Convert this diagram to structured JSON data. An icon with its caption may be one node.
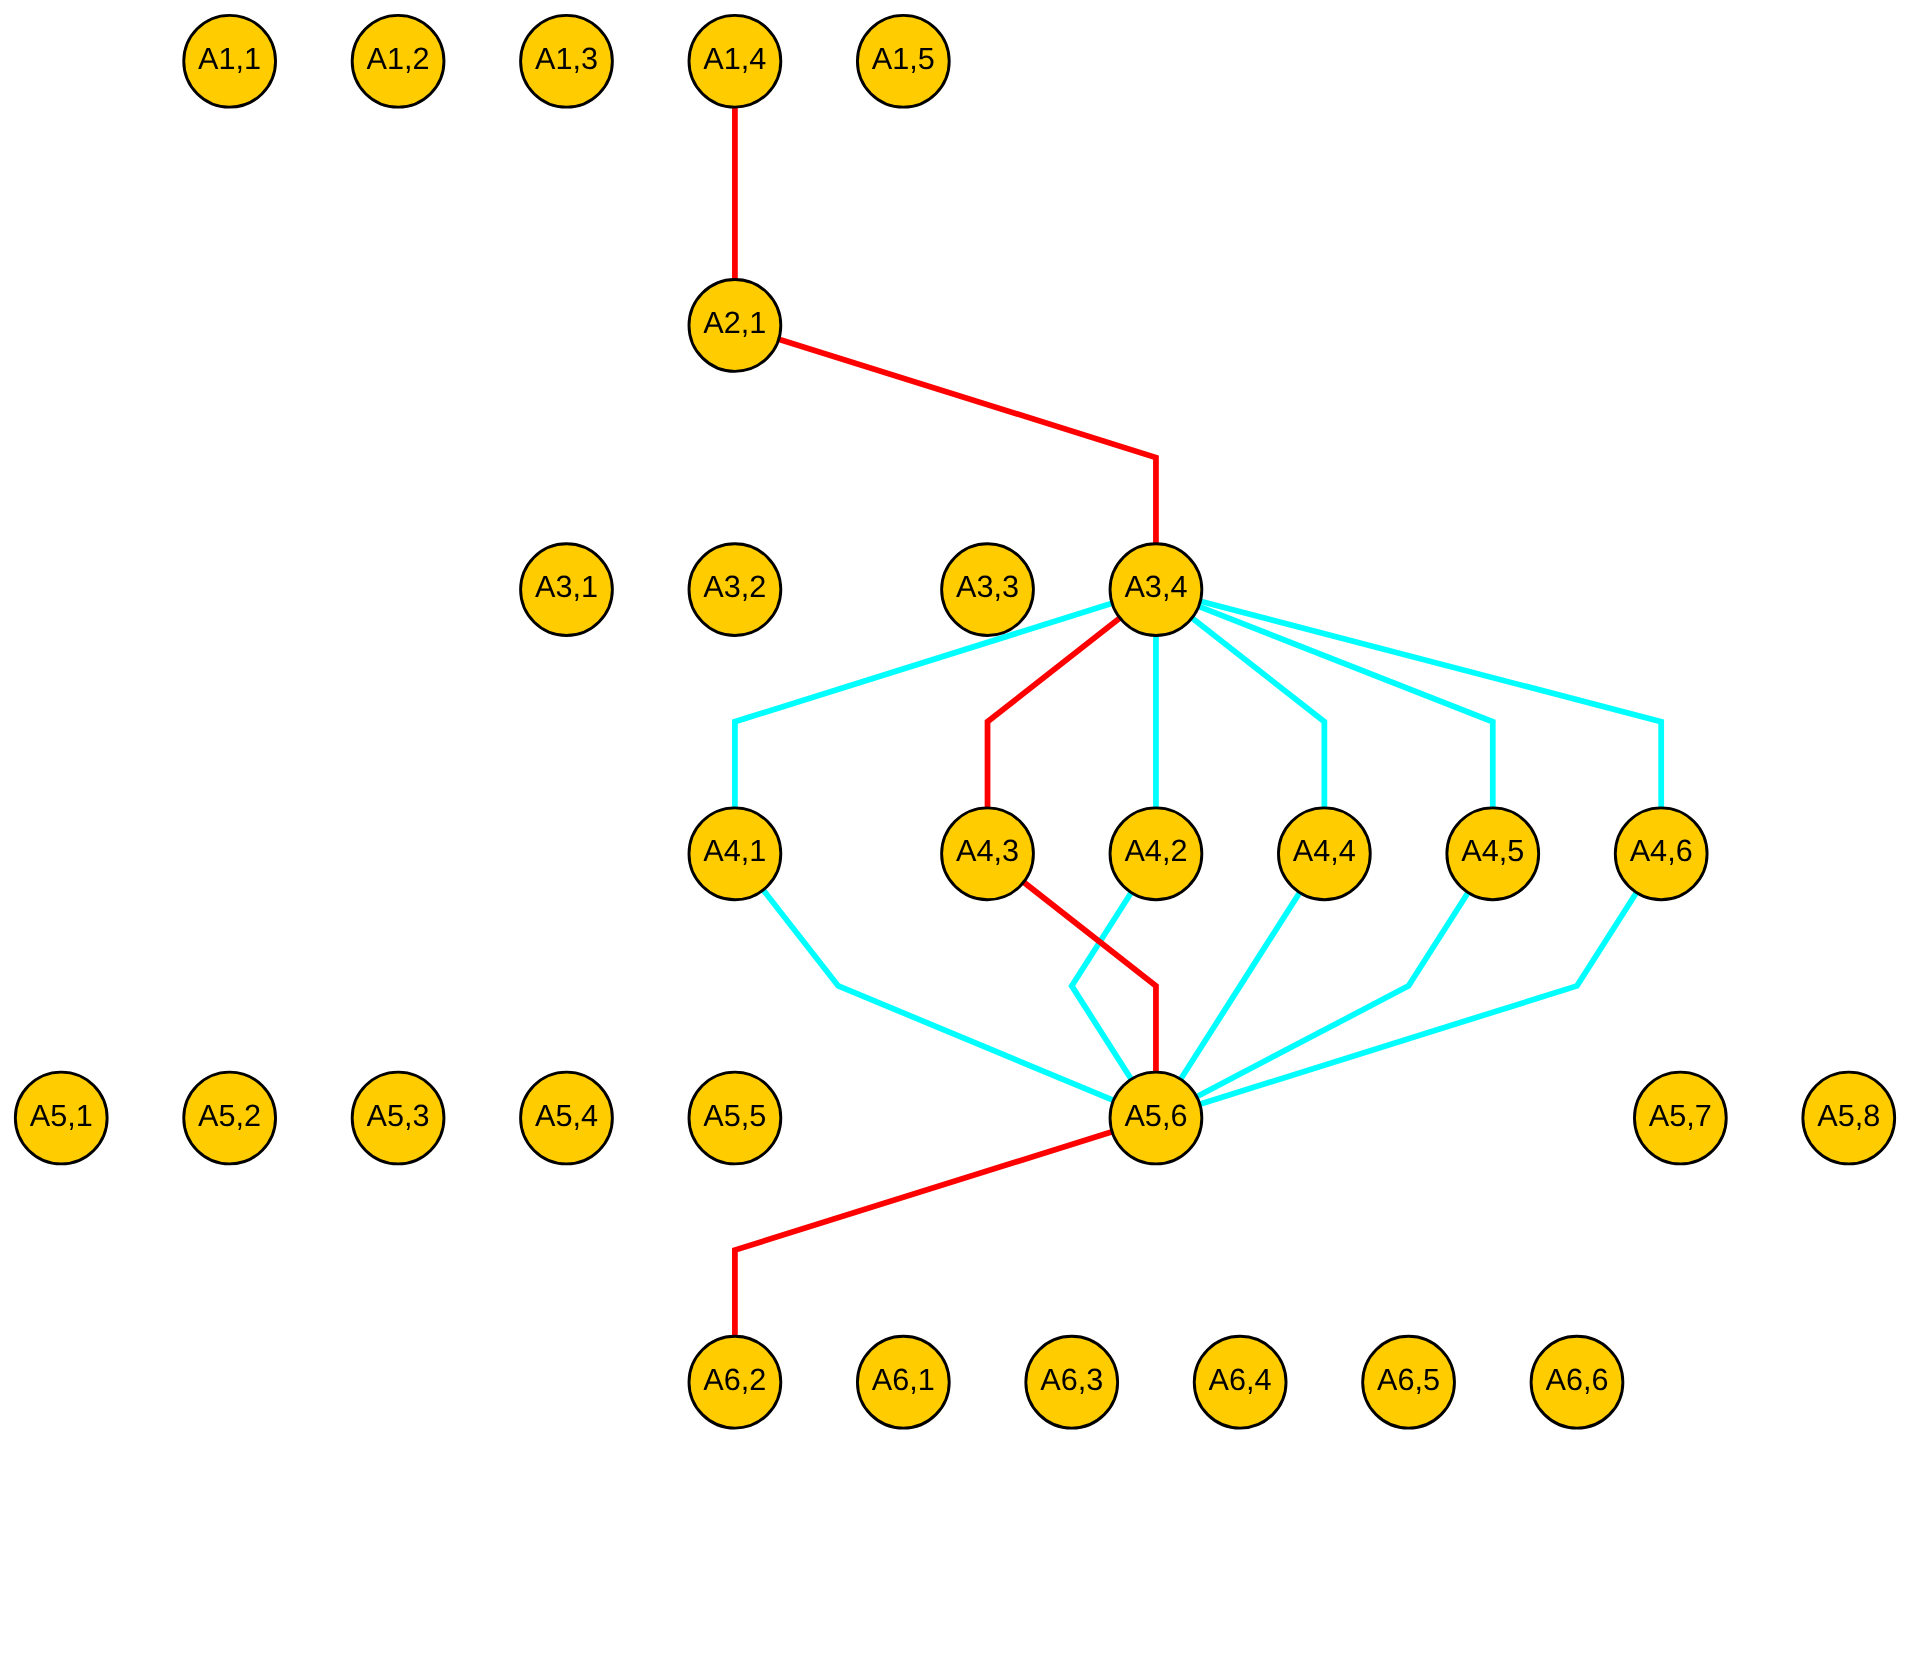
{
  "diagram": {
    "nodes": [
      {
        "text": [
          "A1,1"
        ]
      },
      {
        "text": [
          "A1,2"
        ]
      },
      {
        "text": [
          "A1,3"
        ]
      },
      {
        "text": [
          "A1,4"
        ]
      },
      {
        "text": [
          "A1,5"
        ]
      },
      {
        "text": [
          "A2,1"
        ]
      },
      {
        "text": [
          "A3,1"
        ]
      },
      {
        "text": [
          "A3,2"
        ]
      },
      {
        "text": [
          "A3,3"
        ]
      },
      {
        "text": [
          "A3,4"
        ]
      },
      {
        "text": [
          "A4,1"
        ]
      },
      {
        "text": [
          "A4,2"
        ]
      },
      {
        "text": [
          "A4,3"
        ]
      },
      {
        "text": [
          "A4,4"
        ]
      },
      {
        "text": [
          "A4,5"
        ]
      },
      {
        "text": [
          "A4,6"
        ]
      },
      {
        "text": [
          "A5,1"
        ]
      },
      {
        "text": [
          "A5,2"
        ]
      },
      {
        "text": [
          "A5,3"
        ]
      },
      {
        "text": [
          "A5,4"
        ]
      },
      {
        "text": [
          "A5,5"
        ]
      },
      {
        "text": [
          "A5,6"
        ]
      },
      {
        "text": [
          "A5,7"
        ]
      },
      {
        "text": [
          "A5,8"
        ]
      },
      {
        "text": [
          "A6,1"
        ]
      },
      {
        "text": [
          "A6,2"
        ]
      },
      {
        "text": [
          "A6,3"
        ]
      },
      {
        "text": [
          "A6,4"
        ]
      },
      {
        "text": [
          "A6,5"
        ]
      },
      {
        "text": [
          "A6,6"
        ]
      }
    ],
    "edges": [
      {
        "from": 3,
        "to": 5,
        "arrow": "none",
        "color": "#ff0000"
      },
      {
        "from": 5,
        "to": 9,
        "arrow": "none",
        "color": "#ff0000"
      },
      {
        "from": 9,
        "to": 10,
        "arrow": "none"
      },
      {
        "from": 9,
        "to": 11,
        "arrow": "none"
      },
      {
        "from": 9,
        "to": 12,
        "arrow": "none",
        "color": "#ff0000"
      },
      {
        "from": 9,
        "to": 13,
        "arrow": "none"
      },
      {
        "from": 9,
        "to": 14,
        "arrow": "none"
      },
      {
        "from": 9,
        "to": 15,
        "arrow": "none"
      },
      {
        "from": 10,
        "to": 21,
        "arrow": "none"
      },
      {
        "from": 11,
        "to": 21,
        "arrow": "none"
      },
      {
        "from": 12,
        "to": 21,
        "arrow": "none",
        "color": "#ff0000"
      },
      {
        "from": 13,
        "to": 21,
        "arrow": "none"
      },
      {
        "from": 14,
        "to": 21,
        "arrow": "none"
      },
      {
        "from": 15,
        "to": 21,
        "arrow": "none"
      },
      {
        "from": 21,
        "to": 25,
        "arrow": "none",
        "color": "#ff0000"
      }
    ]
  }
}
